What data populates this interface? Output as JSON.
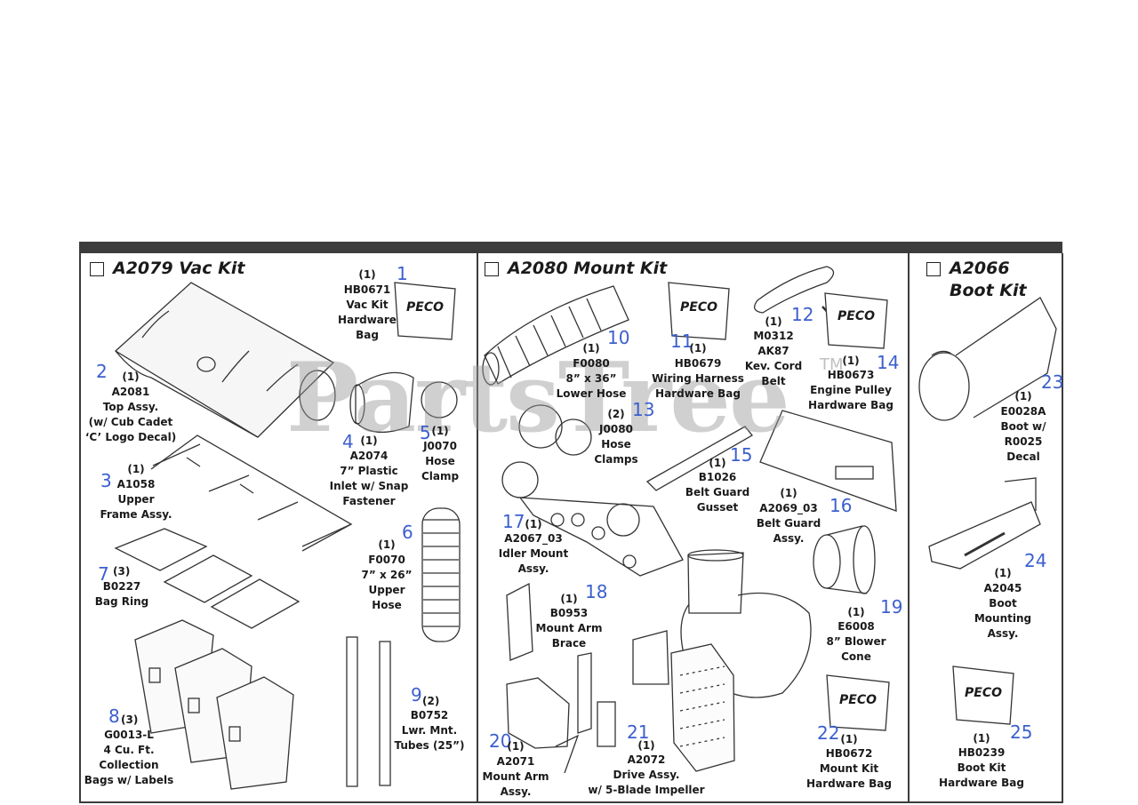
{
  "watermark": {
    "text": "PartsTree",
    "tm": "TM"
  },
  "kits": [
    {
      "title": "A2079 Vac Kit"
    },
    {
      "title": "A2080 Mount Kit"
    },
    {
      "title_line1": "A2066",
      "title_line2": "Boot Kit"
    }
  ],
  "parts": [
    {
      "num": "1",
      "qty": "(1)",
      "label": "HB0671\nVac Kit\nHardware\nBag"
    },
    {
      "num": "2",
      "qty": "(1)",
      "label": "A2081\nTop Assy.\n(w/ Cub Cadet\n‘C’ Logo Decal)"
    },
    {
      "num": "3",
      "qty": "(1)",
      "label": "A1058\nUpper\nFrame Assy."
    },
    {
      "num": "4",
      "qty": "(1)",
      "label": "A2074\n7” Plastic\nInlet w/ Snap\nFastener"
    },
    {
      "num": "5",
      "qty": "(1)",
      "label": "J0070\nHose\nClamp"
    },
    {
      "num": "6",
      "qty": "(1)",
      "label": "F0070\n7” x 26”\nUpper\nHose"
    },
    {
      "num": "7",
      "qty": "(3)",
      "label": "B0227\nBag Ring"
    },
    {
      "num": "8",
      "qty": "(3)",
      "label": "G0013-L\n4 Cu. Ft.\nCollection\nBags w/ Labels"
    },
    {
      "num": "9",
      "qty": "(2)",
      "label": "B0752\nLwr. Mnt.\nTubes (25”)"
    },
    {
      "num": "10",
      "qty": "(1)",
      "label": "F0080\n8” x 36”\nLower Hose"
    },
    {
      "num": "11",
      "qty": "(1)",
      "label": "HB0679\nWiring Harness\nHardware Bag"
    },
    {
      "num": "12",
      "qty": "(1)",
      "label": "M0312\nAK87\nKev. Cord\nBelt"
    },
    {
      "num": "13",
      "qty": "(2)",
      "label": "J0080\nHose\nClamps"
    },
    {
      "num": "14",
      "qty": "(1)",
      "label": "HB0673\nEngine Pulley\nHardware Bag"
    },
    {
      "num": "15",
      "qty": "(1)",
      "label": "B1026\nBelt Guard\nGusset"
    },
    {
      "num": "16",
      "qty": "(1)",
      "label": "A2069_03\nBelt Guard\nAssy."
    },
    {
      "num": "17",
      "qty": "(1)",
      "label": "A2067_03\nIdler Mount\nAssy."
    },
    {
      "num": "18",
      "qty": "(1)",
      "label": "B0953\nMount Arm\nBrace"
    },
    {
      "num": "19",
      "qty": "(1)",
      "label": "E6008\n8” Blower\nCone"
    },
    {
      "num": "20",
      "qty": "(1)",
      "label": "A2071\nMount Arm\nAssy."
    },
    {
      "num": "21",
      "qty": "(1)",
      "label": "A2072\nDrive Assy.\nw/ 5-Blade Impeller"
    },
    {
      "num": "22",
      "qty": "(1)",
      "label": "HB0672\nMount Kit\nHardware Bag"
    },
    {
      "num": "23",
      "qty": "(1)",
      "label": "E0028A\nBoot w/\nR0025\nDecal"
    },
    {
      "num": "24",
      "qty": "(1)",
      "label": "A2045\nBoot\nMounting\nAssy."
    },
    {
      "num": "25",
      "qty": "(1)",
      "label": "HB0239\nBoot Kit\nHardware Bag"
    }
  ],
  "bag_brand": "PECO"
}
